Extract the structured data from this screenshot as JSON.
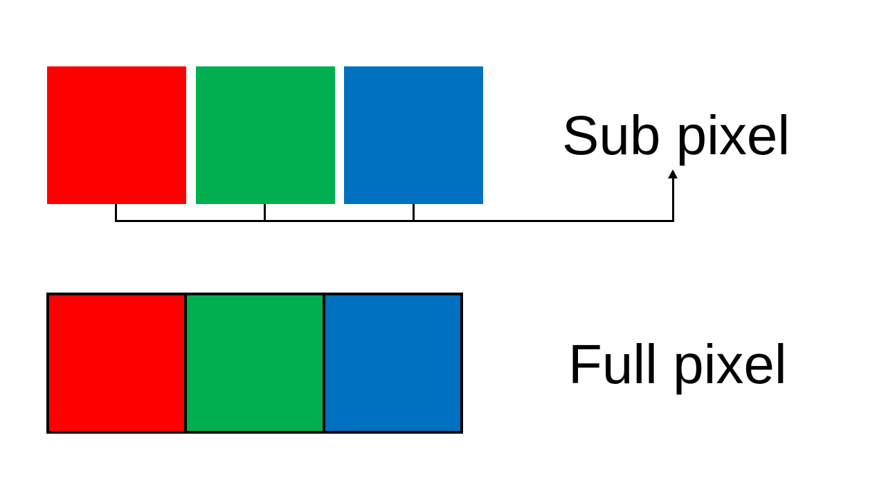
{
  "canvas": {
    "background": "#FFFFFF"
  },
  "colors": {
    "red": "#FF0000",
    "green": "#00B050",
    "blue": "#0070C0",
    "line": "#000000",
    "text": "#000000"
  },
  "subpixel_section": {
    "label": "Sub pixel",
    "squares": [
      {
        "name": "red-subpixel",
        "color": "#FF0000"
      },
      {
        "name": "green-subpixel",
        "color": "#00B050"
      },
      {
        "name": "blue-subpixel",
        "color": "#0070C0"
      }
    ],
    "connector": {
      "shape": "bracket-with-up-arrow",
      "points_to": "Sub pixel"
    }
  },
  "fullpixel_section": {
    "label": "Full pixel",
    "cells": [
      {
        "name": "red-cell",
        "color": "#FF0000"
      },
      {
        "name": "green-cell",
        "color": "#00B050"
      },
      {
        "name": "blue-cell",
        "color": "#0070C0"
      }
    ]
  }
}
